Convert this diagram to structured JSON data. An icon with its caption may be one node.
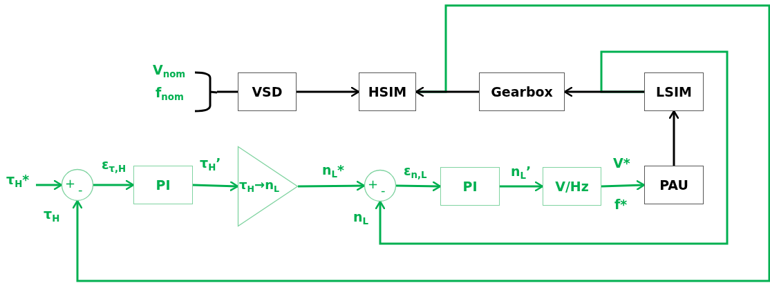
{
  "diagram": {
    "nodes": [
      {
        "text": [
          "VSD"
        ]
      },
      {
        "text": [
          "HSIM"
        ]
      },
      {
        "text": [
          "Gearbox"
        ]
      },
      {
        "text": [
          "LSIM"
        ]
      },
      {
        "text": [
          "PAU"
        ]
      },
      {
        "text": [
          "+",
          "-"
        ]
      },
      {
        "text": [
          "PI"
        ]
      },
      {
        "text": [
          "τ$_{H}$→n$_{L}$"
        ]
      },
      {
        "text": [
          "+",
          "-"
        ]
      },
      {
        "text": [
          "PI"
        ]
      },
      {
        "text": [
          "V/Hz"
        ]
      },
      {
        "text": [],
        "shape": "bracket",
        "beside": [
          "V$_{nom}$",
          "f$_{nom}$"
        ]
      }
    ],
    "edges": [
      {
        "from": 1,
        "to": 5,
        "arrow": "to",
        "label": "τ$_{H}$"
      },
      {
        "from": 3,
        "to": 8,
        "arrow": "to",
        "label": "n$_{L}$"
      },
      {
        "from": 11,
        "to": 0,
        "arrow": "none",
        "color": "#000000"
      },
      {
        "from": 0,
        "to": 1,
        "arrow": "to",
        "color": "#000000"
      },
      {
        "from": 2,
        "to": 1,
        "arrow": "to",
        "color": "#000000"
      },
      {
        "from": 3,
        "to": 2,
        "arrow": "to",
        "color": "#000000"
      },
      {
        "from": 4,
        "to": 3,
        "arrow": "to",
        "color": "#000000"
      },
      {
        "from": null,
        "to": 5,
        "arrow": "to",
        "label": "τ$_{H}$*"
      },
      {
        "from": 5,
        "to": 6,
        "arrow": "to",
        "label": "ε$_{τ,H}$"
      },
      {
        "from": 6,
        "to": 7,
        "arrow": "to",
        "label": "τ$_{H}$’"
      },
      {
        "from": 7,
        "to": 8,
        "arrow": "to",
        "label": "n$_{L}$*"
      },
      {
        "from": 8,
        "to": 9,
        "arrow": "to",
        "label": "ε$_{n,L}$"
      },
      {
        "from": 9,
        "to": 10,
        "arrow": "to",
        "label": "n$_{L}$’"
      },
      {
        "from": 10,
        "to": 4,
        "arrow": "to"
      }
    ],
    "labels": [
      "V*",
      "f*"
    ]
  }
}
